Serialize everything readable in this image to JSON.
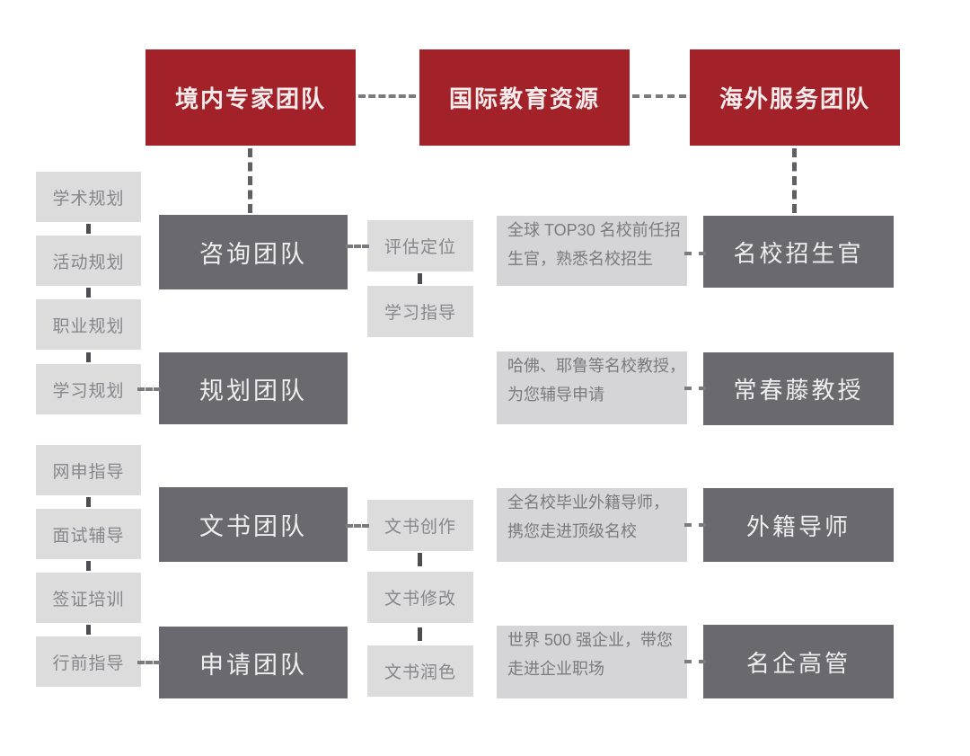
{
  "colors": {
    "header_red": "#a32129",
    "header_text": "#f3ecec",
    "team_gray": "#6a696f",
    "team_text": "#eeeef0",
    "item_gray": "#dcdcdd",
    "item_text": "#86868b",
    "desc_gray": "#d5d5d7",
    "desc_text": "#7a7a7f",
    "connector_gray": "#7b7b7f",
    "connector_dark": "#4c4c51"
  },
  "top_row": [
    "境内专家团队",
    "国际教育资源",
    "海外服务团队"
  ],
  "teams": [
    "咨询团队",
    "规划团队",
    "文书团队",
    "申请团队"
  ],
  "planning_items": [
    "学术规划",
    "活动规划",
    "职业规划",
    "学习规划"
  ],
  "application_items": [
    "网申指导",
    "面试辅导",
    "签证培训",
    "行前指导"
  ],
  "guidance_items": [
    "评估定位",
    "学习指导"
  ],
  "document_items": [
    "文书创作",
    "文书修改",
    "文书润色"
  ],
  "descriptions": [
    {
      "lines": [
        "全球 TOP30 名校前任招",
        "生官，熟悉名校招生"
      ]
    },
    {
      "lines": [
        "哈佛、耶鲁等名校教授，",
        "为您辅导申请"
      ]
    },
    {
      "lines": [
        "全名校毕业外籍导师，",
        "携您走进顶级名校"
      ]
    },
    {
      "lines": [
        "世界 500 强企业，带您",
        "走进企业职场"
      ]
    }
  ],
  "overseas_roles": [
    "名校招生官",
    "常春藤教授",
    "外籍导师",
    "名企高管"
  ]
}
